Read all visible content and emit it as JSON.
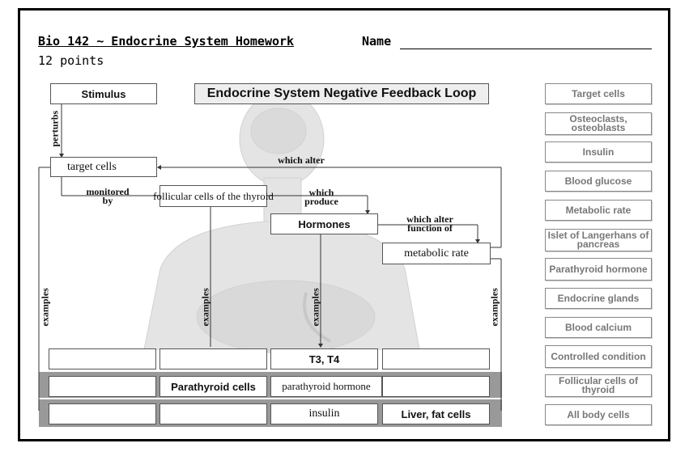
{
  "header": {
    "title": "Bio 142 ~ Endocrine System Homework",
    "points": "12 points",
    "name_label": "Name"
  },
  "diagram": {
    "title": "Endocrine System Negative Feedback Loop",
    "stimulus": "Stimulus",
    "perturbs": "perturbs",
    "target_cells": "target cells",
    "which_alter": "which alter",
    "monitored_by": [
      "monitored",
      "by"
    ],
    "follicular_cells": "follicular cells of the thyroid",
    "which_produce": [
      "which",
      "produce"
    ],
    "hormones": "Hormones",
    "which_alter_function_of": [
      "which alter",
      "function of"
    ],
    "metabolic_rate": "metabolic rate",
    "examples_label": "examples",
    "rows": [
      [
        "",
        "",
        "T3, T4",
        ""
      ],
      [
        "",
        "Parathyroid cells",
        "parathyroid hormone",
        ""
      ],
      [
        "",
        "",
        "insulin",
        "Liver, fat cells"
      ]
    ]
  },
  "word_bank": [
    "Target cells",
    "Osteoclasts, osteoblasts",
    "Insulin",
    "Blood glucose",
    "Metabolic rate",
    "Islet of Langerhans of pancreas",
    "Parathyroid hormone",
    "Endocrine glands",
    "Blood calcium",
    "Controlled condition",
    "Follicular cells of thyroid",
    "All body cells"
  ]
}
